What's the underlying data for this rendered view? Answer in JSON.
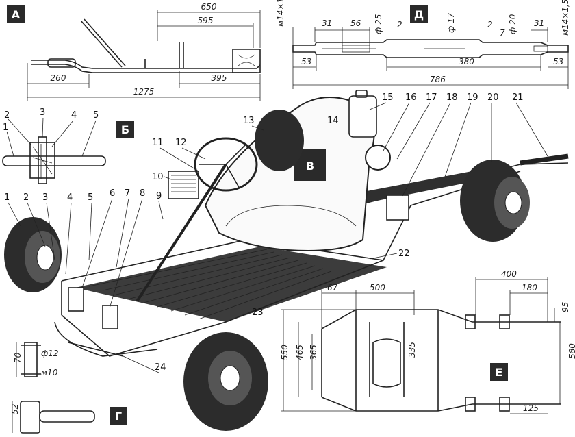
{
  "section_letters": {
    "A": "А",
    "D": "Д",
    "B": "Б",
    "V": "В",
    "E": "Е",
    "G": "Г"
  },
  "dims_A": {
    "d650": "650",
    "d595": "595",
    "d260": "260",
    "d1275": "1275",
    "d395": "395"
  },
  "dims_D": {
    "d31a": "31",
    "d56": "56",
    "dphi25": "ф 25",
    "dphi17": "ф 17",
    "dphi20": "ф 20",
    "dm14a": "м14×1,5",
    "dm14b": "м14×1,5",
    "d2a": "2",
    "d2b": "2",
    "d7": "7",
    "d31b": "31",
    "d53a": "53",
    "d380": "380",
    "d53b": "53",
    "d786": "786"
  },
  "dims_E": {
    "d67": "67",
    "d500": "500",
    "d400": "400",
    "d180": "180",
    "d95": "95",
    "d550": "550",
    "d465": "465",
    "d365": "365",
    "d335": "335",
    "d580": "580",
    "d125": "125"
  },
  "dims_G": {
    "d70": "70",
    "dphi12": "ф12",
    "dm10": "м10",
    "d52": "52"
  },
  "callouts_B": [
    "1",
    "2",
    "3",
    "4",
    "5"
  ],
  "callouts_main": [
    "1",
    "2",
    "3",
    "4",
    "5",
    "6",
    "7",
    "8",
    "9",
    "10",
    "11",
    "12",
    "13",
    "14",
    "15",
    "16",
    "17",
    "18",
    "19",
    "20",
    "21",
    "22",
    "23",
    "24"
  ]
}
